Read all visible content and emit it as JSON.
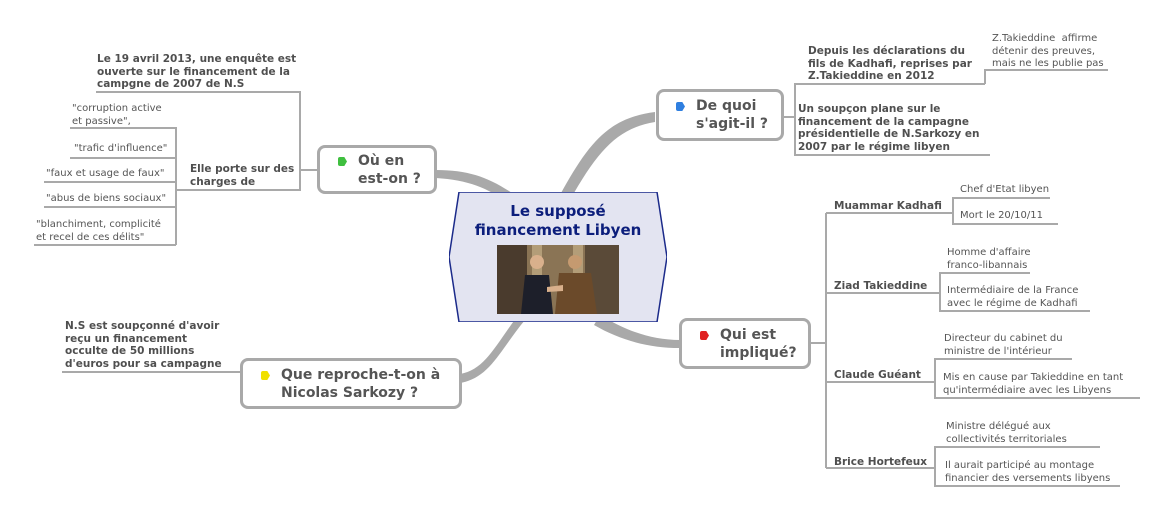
{
  "central": {
    "title": "Le supposé\nfinancement Libyen",
    "photo": "photo-sarkozy-kadhafi-handshake"
  },
  "colors": {
    "line": "#a9a9a9",
    "central_border": "#1b2a8a",
    "central_fill": "#e3e4f1",
    "title": "#0c1e7c",
    "flag_blue": "#2f7fe0",
    "flag_green": "#3fbf3f",
    "flag_red": "#e02020",
    "flag_yellow": "#f0e000"
  },
  "branches": {
    "ou_en_est_on": {
      "label": "Où en\nest-on ?",
      "flag_icon": "green-flag-icon",
      "enquete": "Le 19 avril 2013, une enquête est\nouverte sur le financement de la\ncampgne de 2007 de N.S",
      "charges_label": "Elle porte sur des\ncharges de",
      "charges": [
        "\"corruption active\net passive\",",
        "\"trafic d'influence\"",
        "\"faux et usage de faux\"",
        "\"abus de biens sociaux\"",
        "\"blanchiment, complicité\net recel de ces délits\""
      ]
    },
    "de_quoi": {
      "label": "De quoi\ns'agit-il ?",
      "flag_icon": "blue-flag-icon",
      "declarations": "Depuis les déclarations du\nfils de Kadhafi, reprises par\nZ.Takieddine en 2012",
      "affirme": "Z.Takieddine  affirme\ndétenir des preuves,\nmais ne les publie pas",
      "soupcon": "Un soupçon plane sur le\nfinancement de la campagne\nprésidentielle de N.Sarkozy en\n2007 par le régime libyen"
    },
    "qui_est_implique": {
      "label": "Qui est\nimpliqué?",
      "flag_icon": "red-flag-icon",
      "people": [
        {
          "name": "Muammar Kadhafi",
          "facts": [
            "Chef d'Etat libyen",
            "Mort le 20/10/11"
          ]
        },
        {
          "name": "Ziad Takieddine",
          "facts": [
            "Homme d'affaire\nfranco-libannais",
            "Intermédiaire de la France\navec le régime de Kadhafi"
          ]
        },
        {
          "name": "Claude Guéant",
          "facts": [
            "Directeur du cabinet du\nministre de l'intérieur",
            "Mis en cause par Takieddine en tant\nqu'intermédiaire avec les Libyens"
          ]
        },
        {
          "name": "Brice Hortefeux",
          "facts": [
            "Ministre délégué aux\ncollectivités territoriales",
            "Il aurait participé au montage\nfinancier des versements libyens"
          ]
        }
      ]
    },
    "que_reproche": {
      "label": "Que reproche-t-on à\nNicolas Sarkozy ?",
      "flag_icon": "yellow-flag-icon",
      "detail": "N.S est soupçonné d'avoir\nreçu un financement\nocculte de 50 millions\nd'euros pour sa campagne"
    }
  }
}
